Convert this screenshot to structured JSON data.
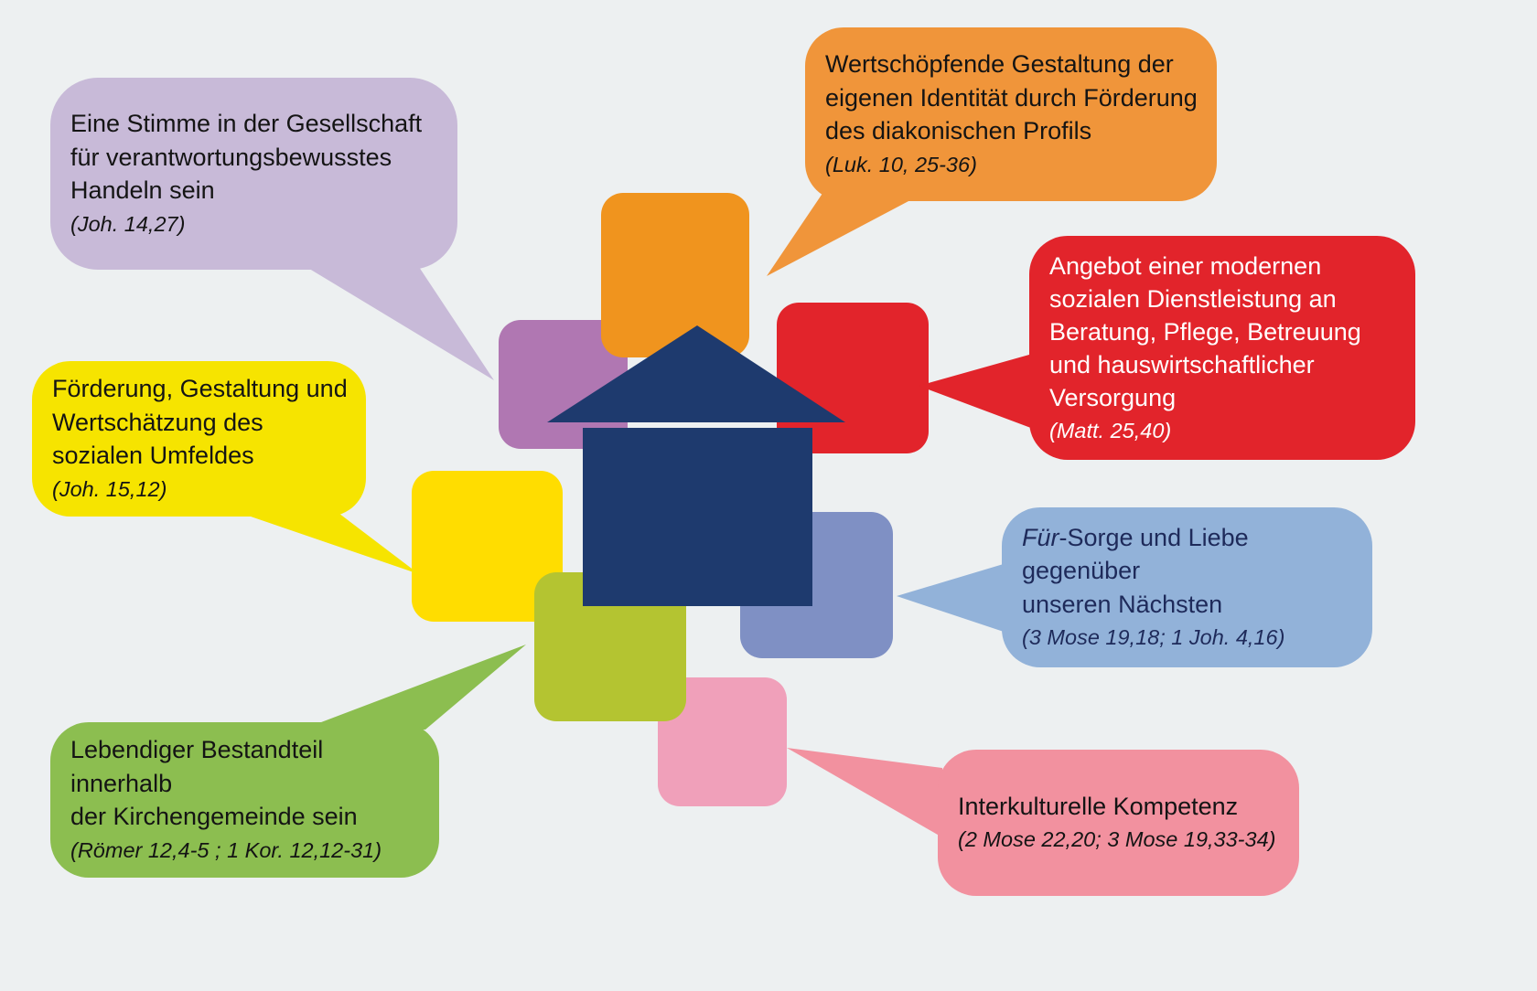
{
  "canvas": {
    "background": "#edf0f1"
  },
  "house": {
    "color": "#1e3a6e"
  },
  "squares": [
    {
      "name": "orange-square",
      "color": "#f0941e"
    },
    {
      "name": "purple-square",
      "color": "#b077b2"
    },
    {
      "name": "red-square",
      "color": "#e2242b"
    },
    {
      "name": "yellow-square",
      "color": "#ffdd00"
    },
    {
      "name": "blue-square",
      "color": "#7f90c4"
    },
    {
      "name": "lime-square",
      "color": "#b4c431"
    },
    {
      "name": "pink-square",
      "color": "#f0a0ba"
    }
  ],
  "bubbles": {
    "lavender": {
      "color": "#c8bad8",
      "text_color": "#141414",
      "lines": [
        "Eine Stimme in der Gesellschaft",
        "für verantwortungsbewusstes",
        "Handeln sein"
      ],
      "reference": "(Joh. 14,27)"
    },
    "orange": {
      "color": "#f0953a",
      "text_color": "#141414",
      "lines": [
        "Wertschöpfende Gestaltung der",
        "eigenen Identität durch Förderung",
        "des diakonischen Profils"
      ],
      "reference": "(Luk. 10, 25-36)"
    },
    "red": {
      "color": "#e2242b",
      "text_color": "#ffffff",
      "lines": [
        "Angebot einer modernen",
        "sozialen Dienstleistung an",
        "Beratung, Pflege, Betreuung",
        "und hauswirtschaftlicher",
        "Versorgung"
      ],
      "reference": "(Matt. 25,40)"
    },
    "yellow": {
      "color": "#f6e400",
      "text_color": "#141414",
      "lines": [
        "Förderung, Gestaltung und",
        "Wertschätzung des",
        "sozialen Umfeldes"
      ],
      "reference": "(Joh. 15,12)"
    },
    "blue": {
      "color": "#92b2d9",
      "text_color": "#1e2a5a",
      "line1_italic": "Für",
      "line1_rest": "-Sorge und Liebe gegenüber",
      "line2": "unseren Nächsten",
      "reference": "(3 Mose 19,18; 1 Joh. 4,16)"
    },
    "green": {
      "color": "#8cbe50",
      "text_color": "#141414",
      "lines": [
        "Lebendiger Bestandteil innerhalb",
        "der Kirchengemeinde sein"
      ],
      "reference": "(Römer 12,4-5 ; 1 Kor. 12,12-31)"
    },
    "pink": {
      "color": "#f2919f",
      "text_color": "#141414",
      "lines": [
        "Interkulturelle Kompetenz"
      ],
      "reference": "(2 Mose 22,20; 3 Mose 19,33-34)"
    }
  }
}
